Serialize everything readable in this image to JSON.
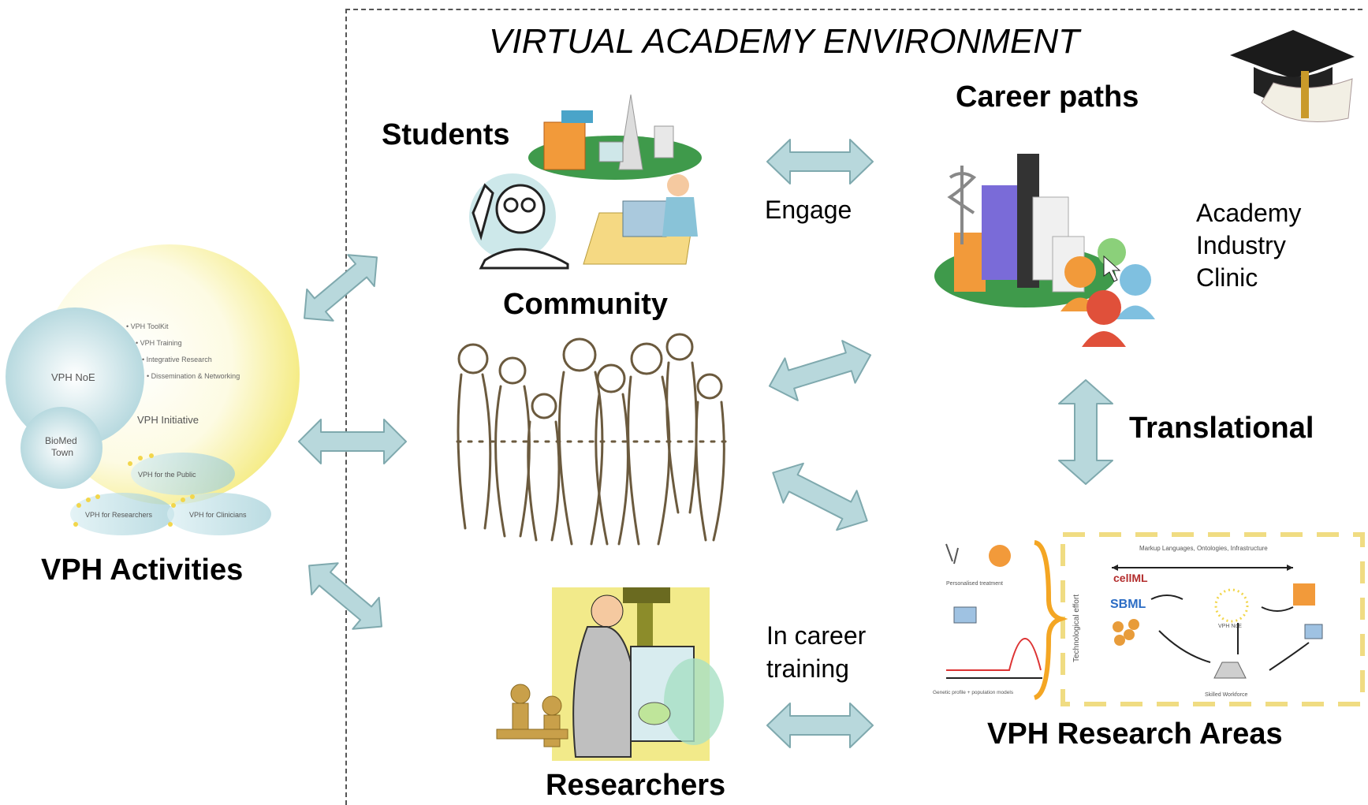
{
  "environment": {
    "title": "VIRTUAL ACADEMY ENVIRONMENT"
  },
  "labels": {
    "students": "Students",
    "community": "Community",
    "researchers": "Researchers",
    "career_paths": "Career paths",
    "translational": "Translational",
    "vph_research_areas": "VPH Research Areas",
    "vph_activities": "VPH Activities",
    "engage": "Engage",
    "in_career_line1": "In career",
    "in_career_line2": "training"
  },
  "career_sectors": [
    "Academy",
    "Industry",
    "Clinic"
  ],
  "vph_activities_diagram": {
    "vph_noe": "VPH NoE",
    "biomed_town_line1": "BioMed",
    "biomed_town_line2": "Town",
    "vph_initiative": "VPH Initiative",
    "bullets": [
      "• VPH ToolKit",
      "• VPH Training",
      "• Integrative Research",
      "• Dissemination & Networking"
    ],
    "vph_public": "VPH for the Public",
    "vph_researchers": "VPH for Researchers",
    "vph_clinicians": "VPH for Clinicians"
  },
  "research_diagram": {
    "top_label": "Markup Languages, Ontologies, Infrastructure",
    "personalised": "Personalised treatment",
    "genetic": "Genetic profile + population models",
    "tech_effort": "Technological effort",
    "cellml": "cellML",
    "sbml": "SBML",
    "vph_noe": "VPH NoE",
    "skilled": "Skilled Workforce"
  },
  "colors": {
    "arrow_fill": "#b8d8dc",
    "arrow_stroke": "#7fa9ae",
    "dash_yellow": "#f0dc82",
    "bracket_orange": "#f4a623"
  }
}
